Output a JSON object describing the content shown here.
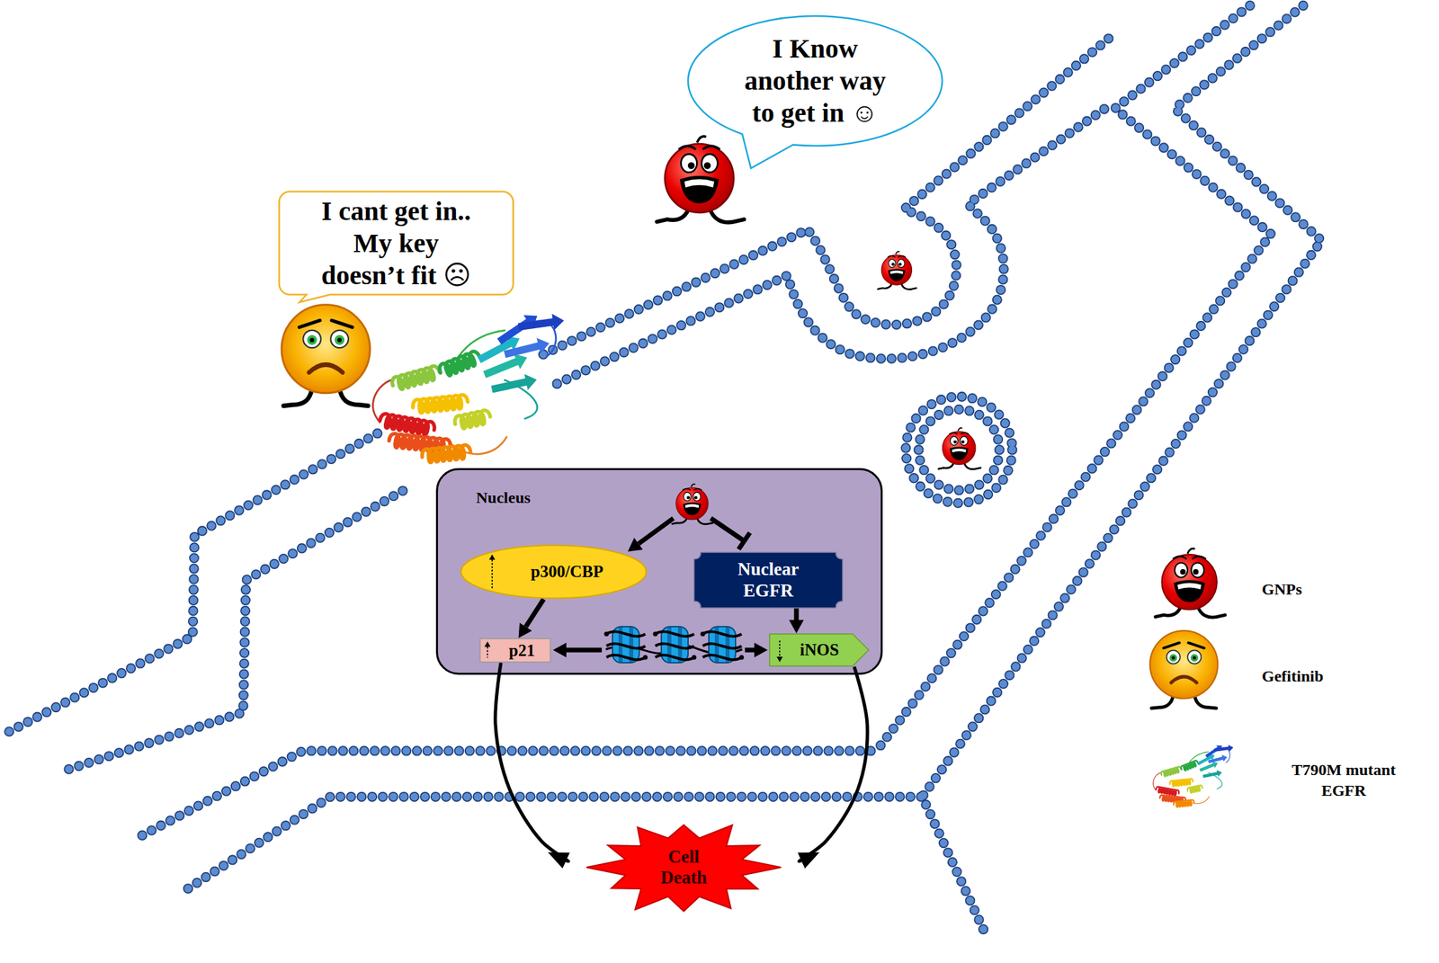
{
  "diagram": {
    "nodes": [
      {
        "text": [
          "I Know another way to get in ☺"
        ]
      },
      {
        "text": [
          "I cant get in.. My key doesn’t fit ☹"
        ]
      },
      {
        "text": [
          "Nucleus"
        ]
      },
      {
        "text": [
          "p300/CBP"
        ],
        "in": 2
      },
      {
        "text": [
          "Nuclear EGFR"
        ],
        "in": 2
      },
      {
        "text": [
          "p21"
        ],
        "in": 2
      },
      {
        "text": [
          "iNOS"
        ],
        "in": 2
      },
      {
        "text": [
          "Cell Death"
        ]
      }
    ],
    "edges": [
      {
        "from": 3,
        "to": 5,
        "arrow": "to"
      },
      {
        "from": 4,
        "to": 6,
        "arrow": "to"
      },
      {
        "from": 5,
        "to": 7,
        "arrow": "to"
      },
      {
        "from": 6,
        "to": 7,
        "arrow": "to"
      }
    ],
    "legend": [
      {
        "text": "GNPs"
      },
      {
        "text": "Gefitinib"
      },
      {
        "text": "T790M mutant EGFR"
      }
    ]
  }
}
